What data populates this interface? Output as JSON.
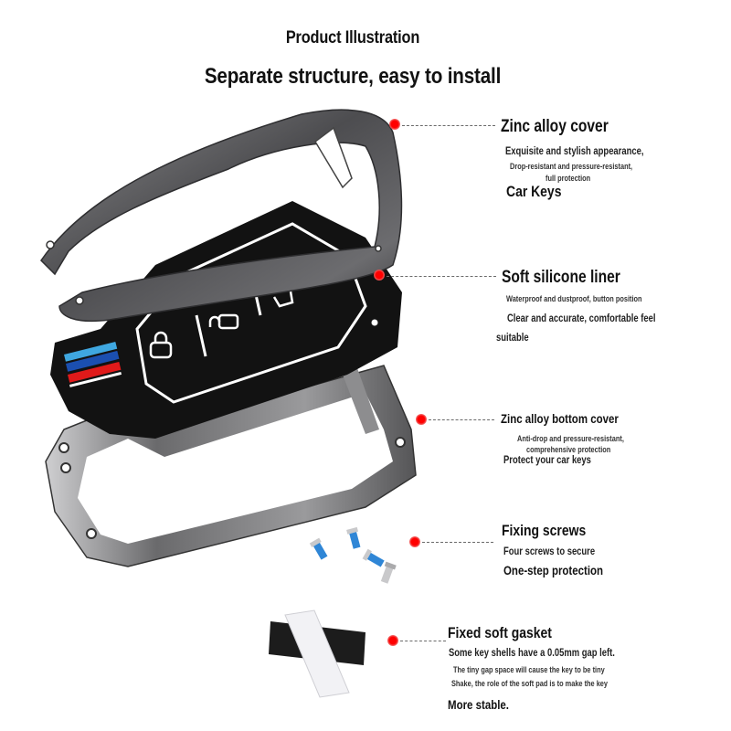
{
  "header": {
    "title": "Product Illustration",
    "subtitle": "Separate structure, easy to install"
  },
  "colors": {
    "callout_dot": "#ff0000",
    "dash_line": "#6a6a6a",
    "metal": "#5a5a5c",
    "silicone": "#111111",
    "stripe_light_blue": "#3fa7e0",
    "stripe_dark_blue": "#1b4fb0",
    "stripe_red": "#e01a1a",
    "screw_blue": "#2f86d6"
  },
  "callouts": [
    {
      "title": "Zinc alloy cover",
      "lines": [
        "Exquisite and stylish appearance,",
        "Drop-resistant and pressure-resistant,",
        "full protection"
      ],
      "footer": "Car Keys"
    },
    {
      "title": "Soft silicone liner",
      "lines": [
        "Waterproof and dustproof, button position",
        "Clear and accurate, comfortable feel"
      ],
      "footer": "suitable"
    },
    {
      "title": "Zinc alloy bottom cover",
      "lines": [
        "Anti-drop and pressure-resistant,",
        "comprehensive protection"
      ],
      "footer": "Protect your car keys"
    },
    {
      "title": "Fixing screws",
      "lines": [
        "Four screws to secure",
        "One-step protection"
      ]
    },
    {
      "title": "Fixed soft gasket",
      "lines": [
        "Some key shells have a 0.05mm gap left.",
        "The tiny gap space will cause the key to be tiny",
        "Shake, the role of the soft pad is to make the key"
      ],
      "footer": "More stable."
    }
  ],
  "illustration": {
    "parts": [
      "zinc-alloy-top-cover",
      "silicone-liner",
      "zinc-alloy-bottom-cover",
      "screws",
      "soft-gasket"
    ],
    "button_icons": [
      "lock-icon",
      "unlock-icon",
      "trunk-icon"
    ],
    "screw_count": 4
  }
}
